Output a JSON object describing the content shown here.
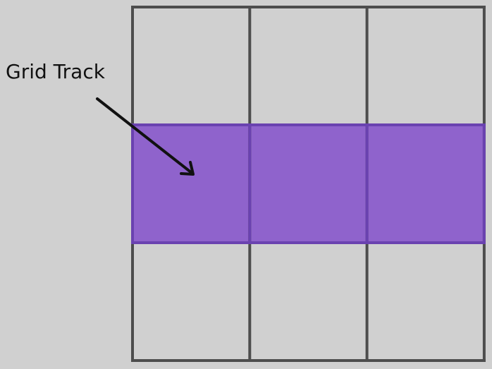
{
  "annotation": {
    "label": "Grid Track"
  },
  "grid": {
    "rows": 3,
    "columns": 3,
    "highlighted_row": 1
  },
  "colors": {
    "background": "#d0d0d0",
    "cell_fill": "#d0d0d0",
    "grid_line": "#4d4d4d",
    "highlight_fill": "#8f63cc",
    "highlight_line": "#6a42b0",
    "arrow": "#111111"
  }
}
